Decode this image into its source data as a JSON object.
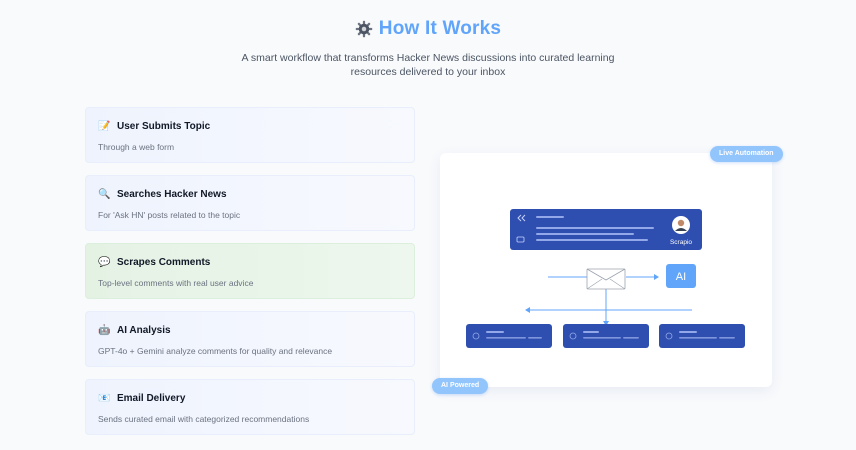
{
  "header": {
    "title": "How It Works",
    "subtitle": "A smart workflow that transforms Hacker News discussions into curated learning resources delivered to your inbox",
    "icon": "gear-icon"
  },
  "steps": [
    {
      "icon": "📝",
      "icon_name": "memo-icon",
      "title": "User Submits Topic",
      "desc": "Through a web form",
      "highlight": false
    },
    {
      "icon": "🔍",
      "icon_name": "magnifier-icon",
      "title": "Searches Hacker News",
      "desc": "For 'Ask HN' posts related to the topic",
      "highlight": false
    },
    {
      "icon": "💬",
      "icon_name": "speech-bubble-icon",
      "title": "Scrapes Comments",
      "desc": "Top-level comments with real user advice",
      "highlight": true
    },
    {
      "icon": "🤖",
      "icon_name": "robot-icon",
      "title": "AI Analysis",
      "desc": "GPT-4o + Gemini analyze comments for quality and relevance",
      "highlight": false
    },
    {
      "icon": "📧",
      "icon_name": "email-icon",
      "title": "Email Delivery",
      "desc": "Sends curated email with categorized recommendations",
      "highlight": false
    }
  ],
  "illustration": {
    "badge_top": "Live Automation",
    "badge_bottom": "AI Powered",
    "scraper_label": "Scrapio",
    "ai_label": "AI",
    "colors": {
      "panel": "#2f4fb0",
      "badge": "#93c5fd",
      "ai_box": "#60a5fa",
      "arrow": "#60a5fa"
    }
  }
}
